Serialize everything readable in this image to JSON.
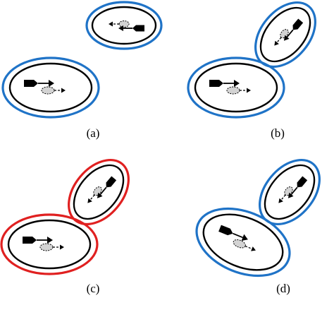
{
  "panels": [
    {
      "id": "a",
      "caption": "(a)",
      "ellipses": [
        {
          "ring_color": "#1f73c7",
          "size": "small",
          "ship_direction": "left"
        },
        {
          "ring_color": "#1f73c7",
          "size": "large",
          "ship_direction": "right"
        }
      ]
    },
    {
      "id": "b",
      "caption": "(b)",
      "ellipses": [
        {
          "ring_color": "#1f73c7",
          "size": "small",
          "ship_direction": "down-left"
        },
        {
          "ring_color": "#1f73c7",
          "size": "large",
          "ship_direction": "right"
        }
      ]
    },
    {
      "id": "c",
      "caption": "(c)",
      "ellipses": [
        {
          "ring_color": "#e02020",
          "size": "small",
          "ship_direction": "down-left"
        },
        {
          "ring_color": "#e02020",
          "size": "large",
          "ship_direction": "right"
        }
      ]
    },
    {
      "id": "d",
      "caption": "(d)",
      "ellipses": [
        {
          "ring_color": "#1f73c7",
          "size": "small",
          "ship_direction": "down-left"
        },
        {
          "ring_color": "#1f73c7",
          "size": "large",
          "ship_direction": "down-right"
        }
      ]
    }
  ],
  "colors": {
    "inner_ring": "#000000",
    "ship_fill": "#000000",
    "ghost_fill": "#d3d3d3",
    "ghost_stroke": "#000000"
  }
}
